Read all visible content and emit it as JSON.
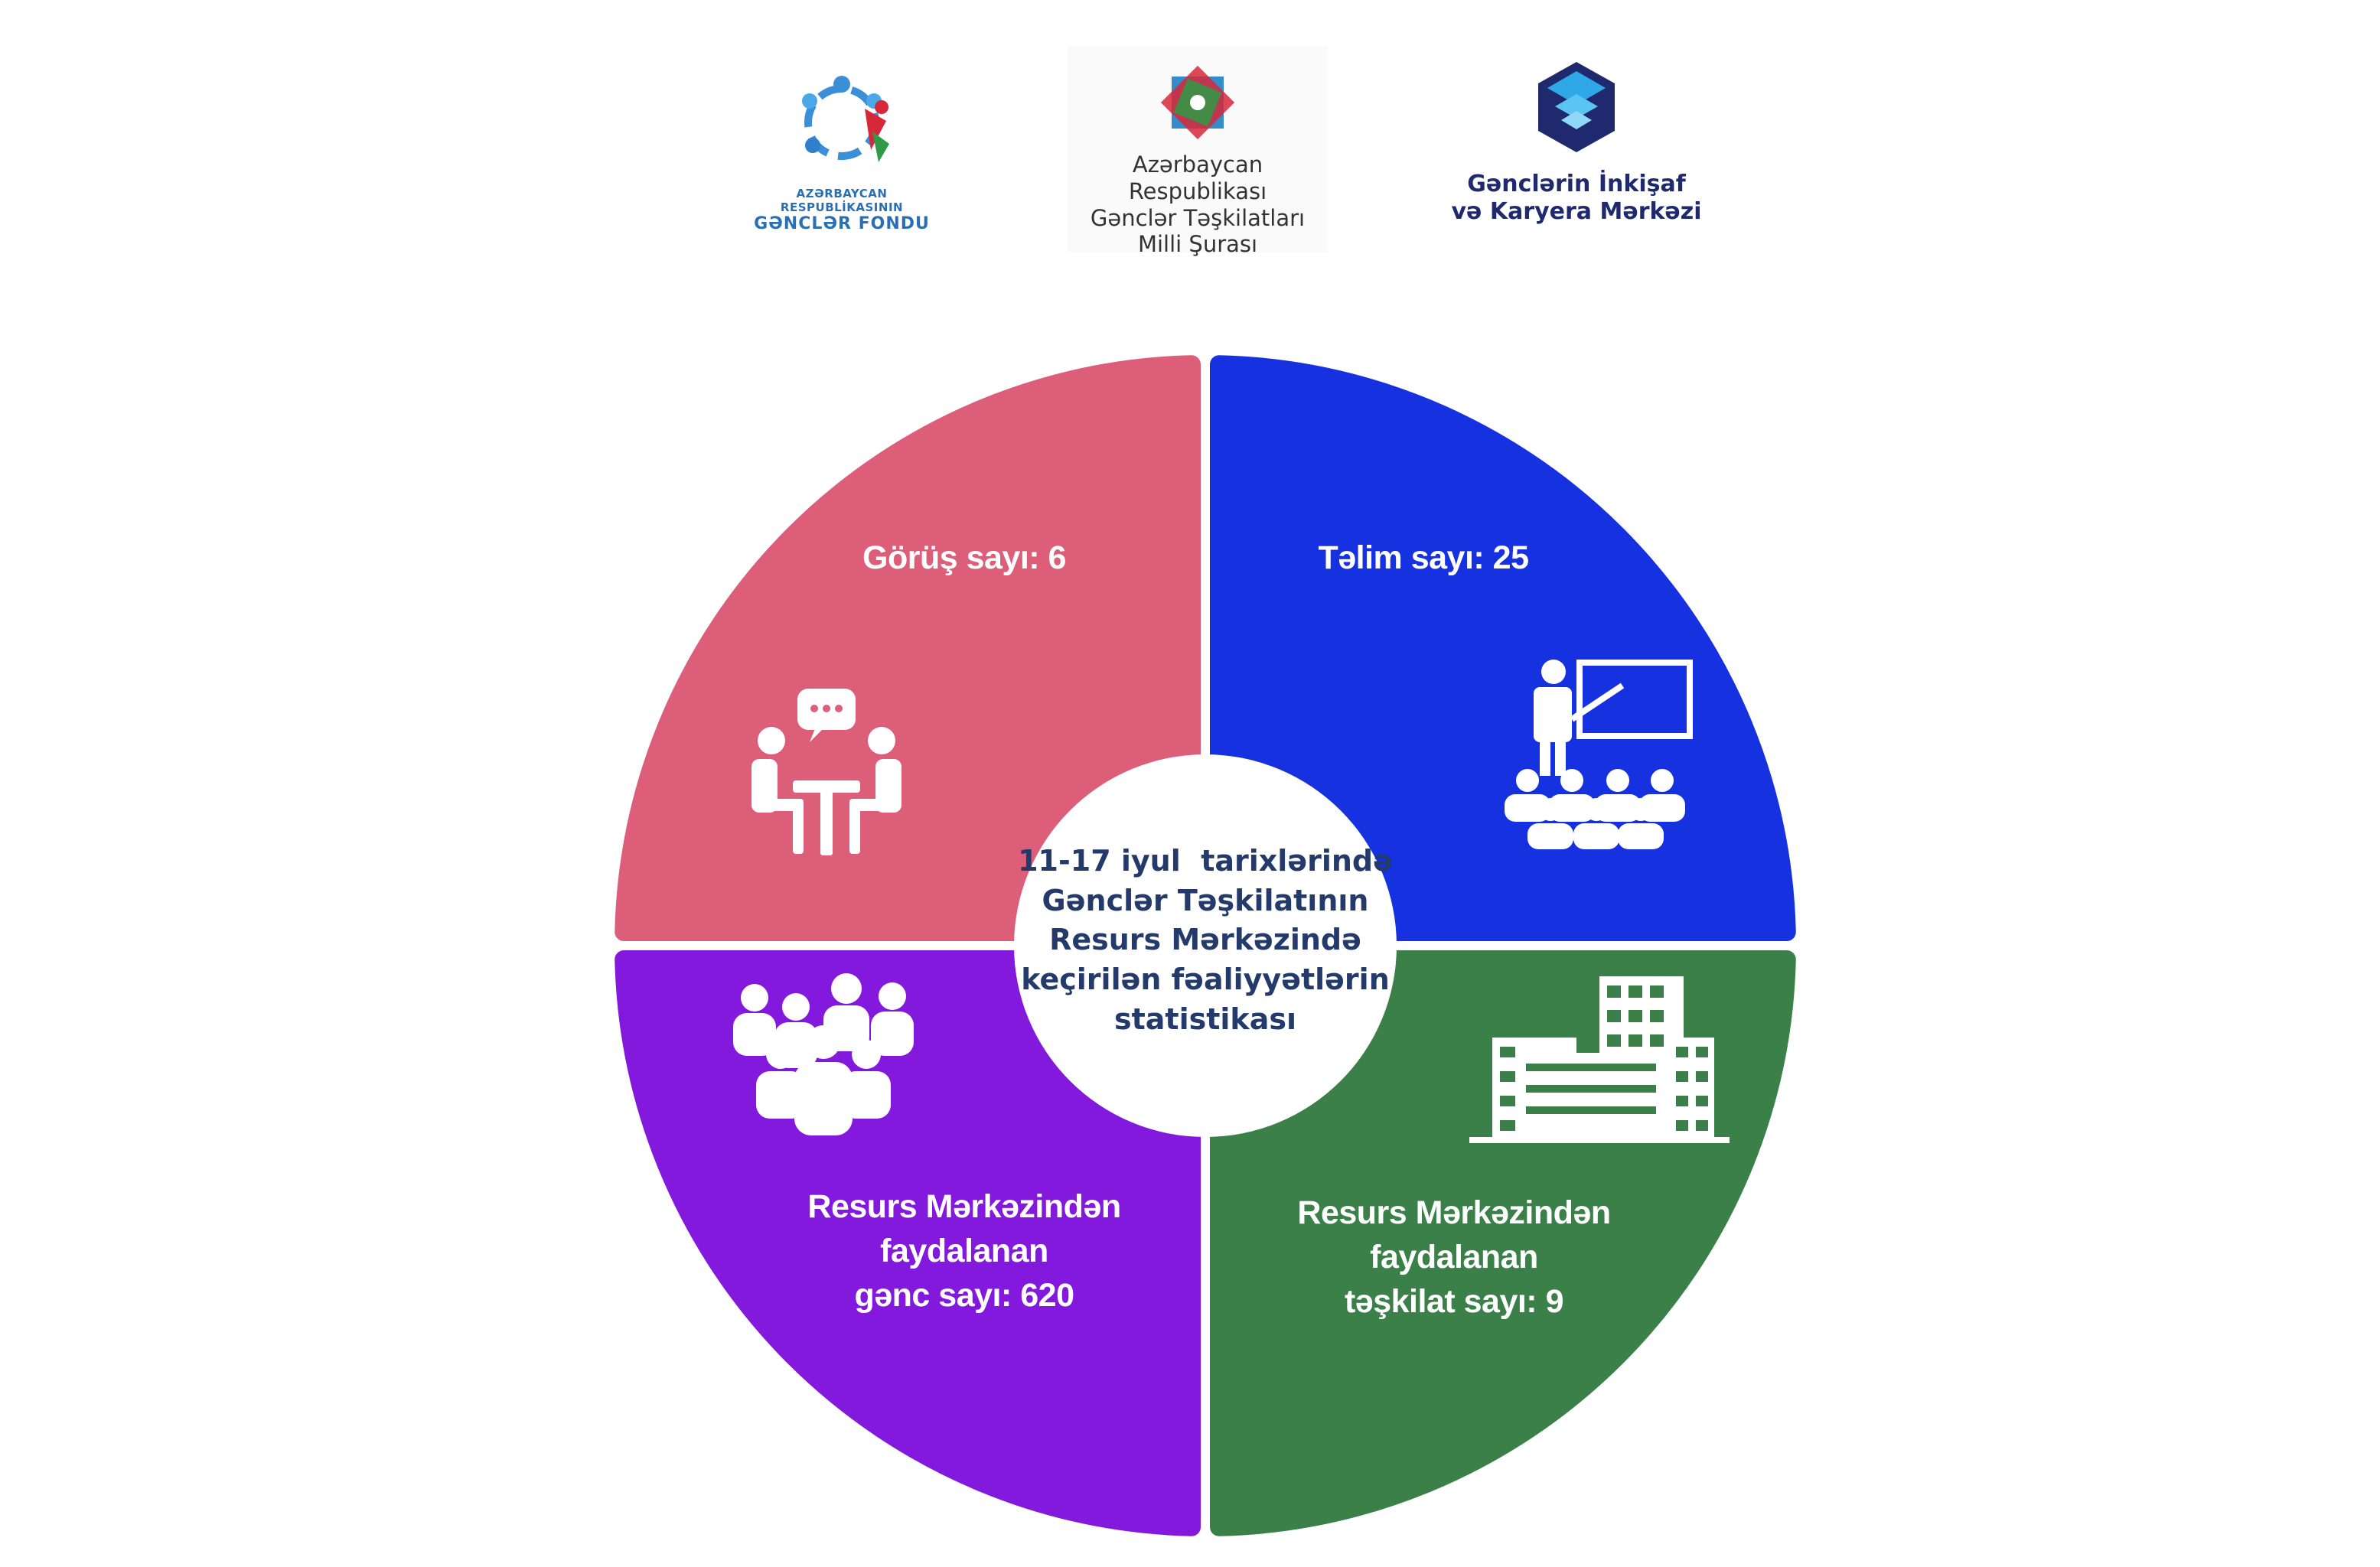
{
  "logos": {
    "fund": {
      "line1": "AZƏRBAYCAN RESPUBLİKASININ",
      "line2": "GƏNCLƏR FONDU",
      "icon": "youth-fund-figures-icon"
    },
    "council": {
      "line1": "Azərbaycan Respublikası",
      "line2": "Gənclər Təşkilatları",
      "line3": "Milli Şurası",
      "icon": "star-emblem-icon"
    },
    "center": {
      "line1": "Gənclərin İnkişaf",
      "line2": "və Karyera Mərkəzi",
      "icon": "layered-shield-icon"
    }
  },
  "center": {
    "line1": "11-17 iyul  tarixlərində",
    "line2": "Gənclər Təşkilatının",
    "line3": "Resurs Mərkəzində",
    "line4": "keçirilən fəaliyyətlərin",
    "line5": "statistikası"
  },
  "segments": [
    {
      "color": "#dd5e79",
      "icon": "meeting-icon",
      "lines": [
        "Görüş sayı: 6"
      ]
    },
    {
      "color": "#1631e0",
      "icon": "training-presentation-icon",
      "lines": [
        "Təlim sayı: 25"
      ]
    },
    {
      "color": "#8219dc",
      "icon": "people-group-icon",
      "lines": [
        "Resurs Mərkəzindən",
        "faydalanan",
        "gənc sayı: 620"
      ]
    },
    {
      "color": "#3c8049",
      "icon": "office-building-icon",
      "lines": [
        "Resurs Mərkəzindən",
        "faydalanan",
        "təşkilat sayı: 9"
      ]
    }
  ]
}
